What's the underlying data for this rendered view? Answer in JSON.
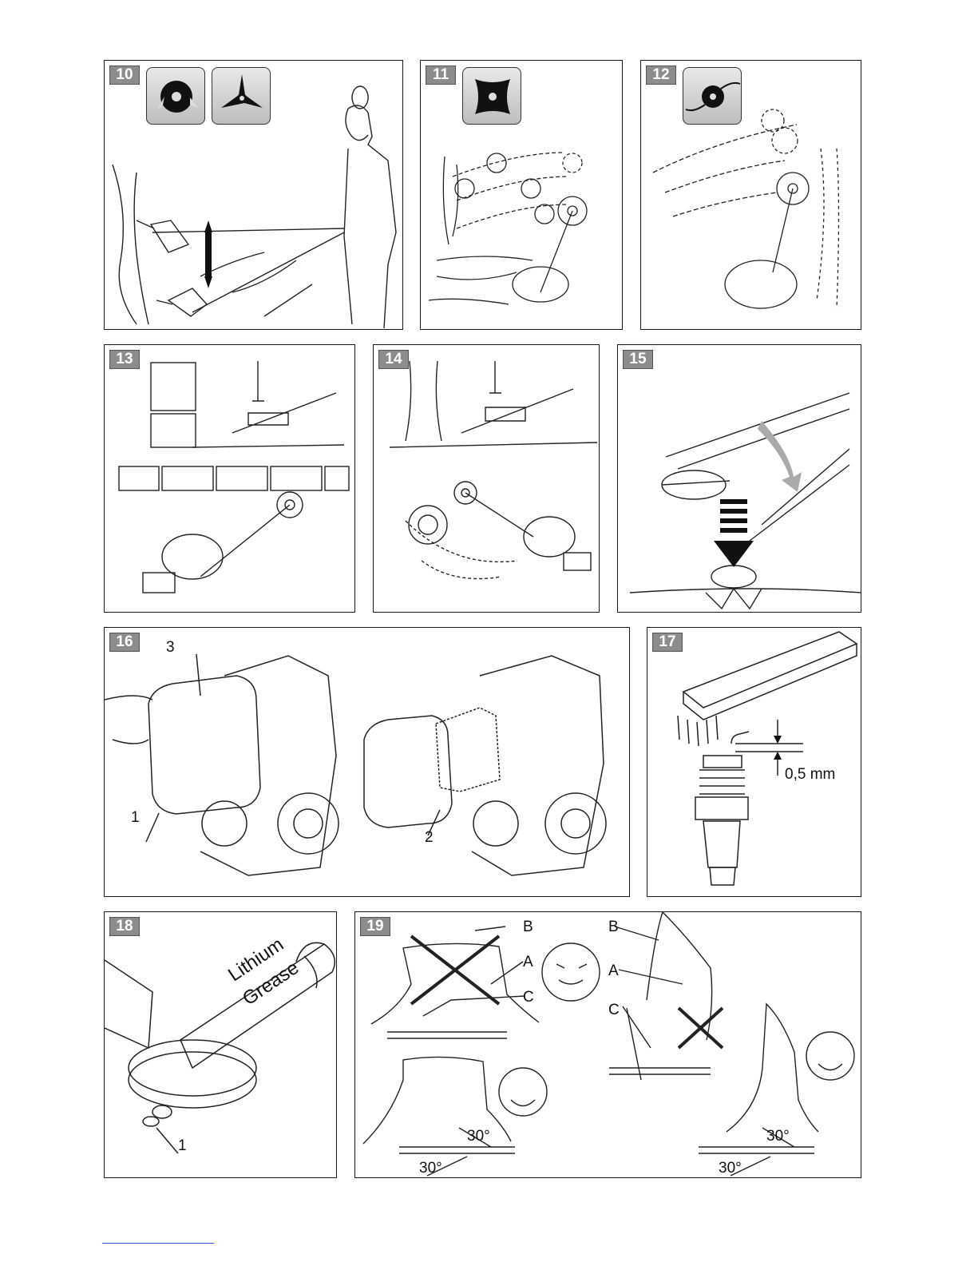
{
  "panels": {
    "p10": {
      "number": "10"
    },
    "p11": {
      "number": "11"
    },
    "p12": {
      "number": "12"
    },
    "p13": {
      "number": "13"
    },
    "p14": {
      "number": "14"
    },
    "p15": {
      "number": "15"
    },
    "p16": {
      "number": "16",
      "callouts": {
        "c1": "1",
        "c2": "2",
        "c3": "3"
      }
    },
    "p17": {
      "number": "17",
      "gap": "0,5 mm"
    },
    "p18": {
      "number": "18",
      "tube_text_1": "Lithium",
      "tube_text_2": "Grease",
      "callout": "1"
    },
    "p19": {
      "number": "19",
      "labels": {
        "b1": "B",
        "a1": "A",
        "c1": "C",
        "b2": "B",
        "a2": "A",
        "c2": "C"
      },
      "angles": {
        "a1": "30°",
        "a2": "30°",
        "a3": "30°",
        "a4": "30°"
      }
    }
  },
  "icons": {
    "blade_3tooth": "three-tooth-blade-icon",
    "blade_3star": "three-star-blade-icon",
    "blade_4tooth": "four-tooth-blade-icon",
    "trimmer_head": "trimmer-head-icon"
  },
  "colors": {
    "badge": "#8c8c8c",
    "line": "#1a1a1a"
  }
}
